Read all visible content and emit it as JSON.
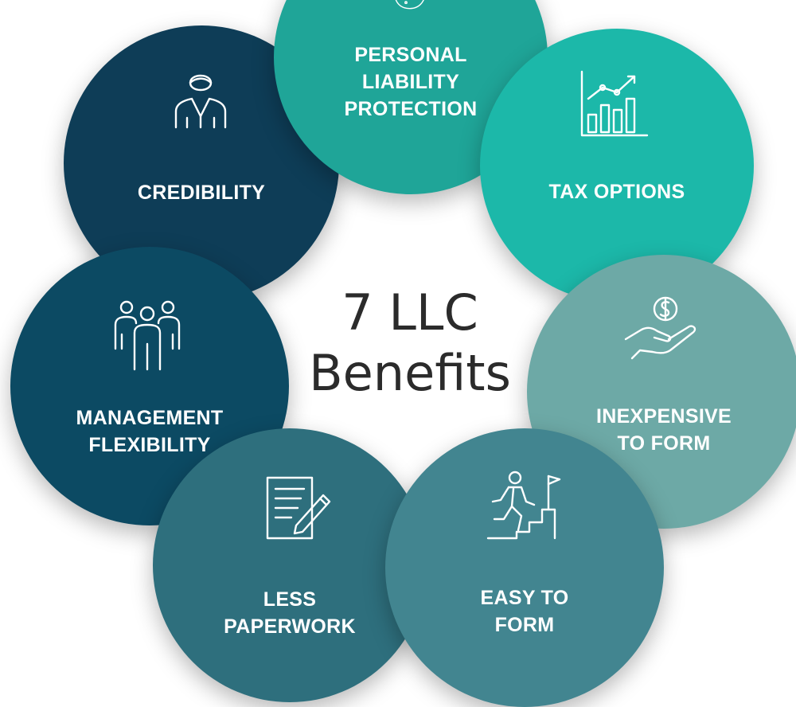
{
  "title": {
    "line1": "7 LLC",
    "line2": "Benefits"
  },
  "benefits": [
    {
      "id": "personal",
      "label": "PERSONAL\nLIABILITY\nPROTECTION",
      "icon": "piggy-bank-icon",
      "color": "#1fa598"
    },
    {
      "id": "tax",
      "label": "TAX OPTIONS",
      "icon": "bar-chart-growth-icon",
      "color": "#1cb8a9"
    },
    {
      "id": "credibility",
      "label": "CREDIBILITY",
      "icon": "business-person-icon",
      "color": "#0e3d57"
    },
    {
      "id": "management",
      "label": "MANAGEMENT\nFLEXIBILITY",
      "icon": "team-people-icon",
      "color": "#0c4a63"
    },
    {
      "id": "inexpensive",
      "label": "INEXPENSIVE\nTO FORM",
      "icon": "hand-holding-dollar-icon",
      "color": "#6da9a6"
    },
    {
      "id": "paperwork",
      "label": "LESS\nPAPERWORK",
      "icon": "document-pen-icon",
      "color": "#2e6f7d"
    },
    {
      "id": "easy",
      "label": "EASY TO\nFORM",
      "icon": "climbing-stairs-flag-icon",
      "color": "#428590"
    }
  ]
}
